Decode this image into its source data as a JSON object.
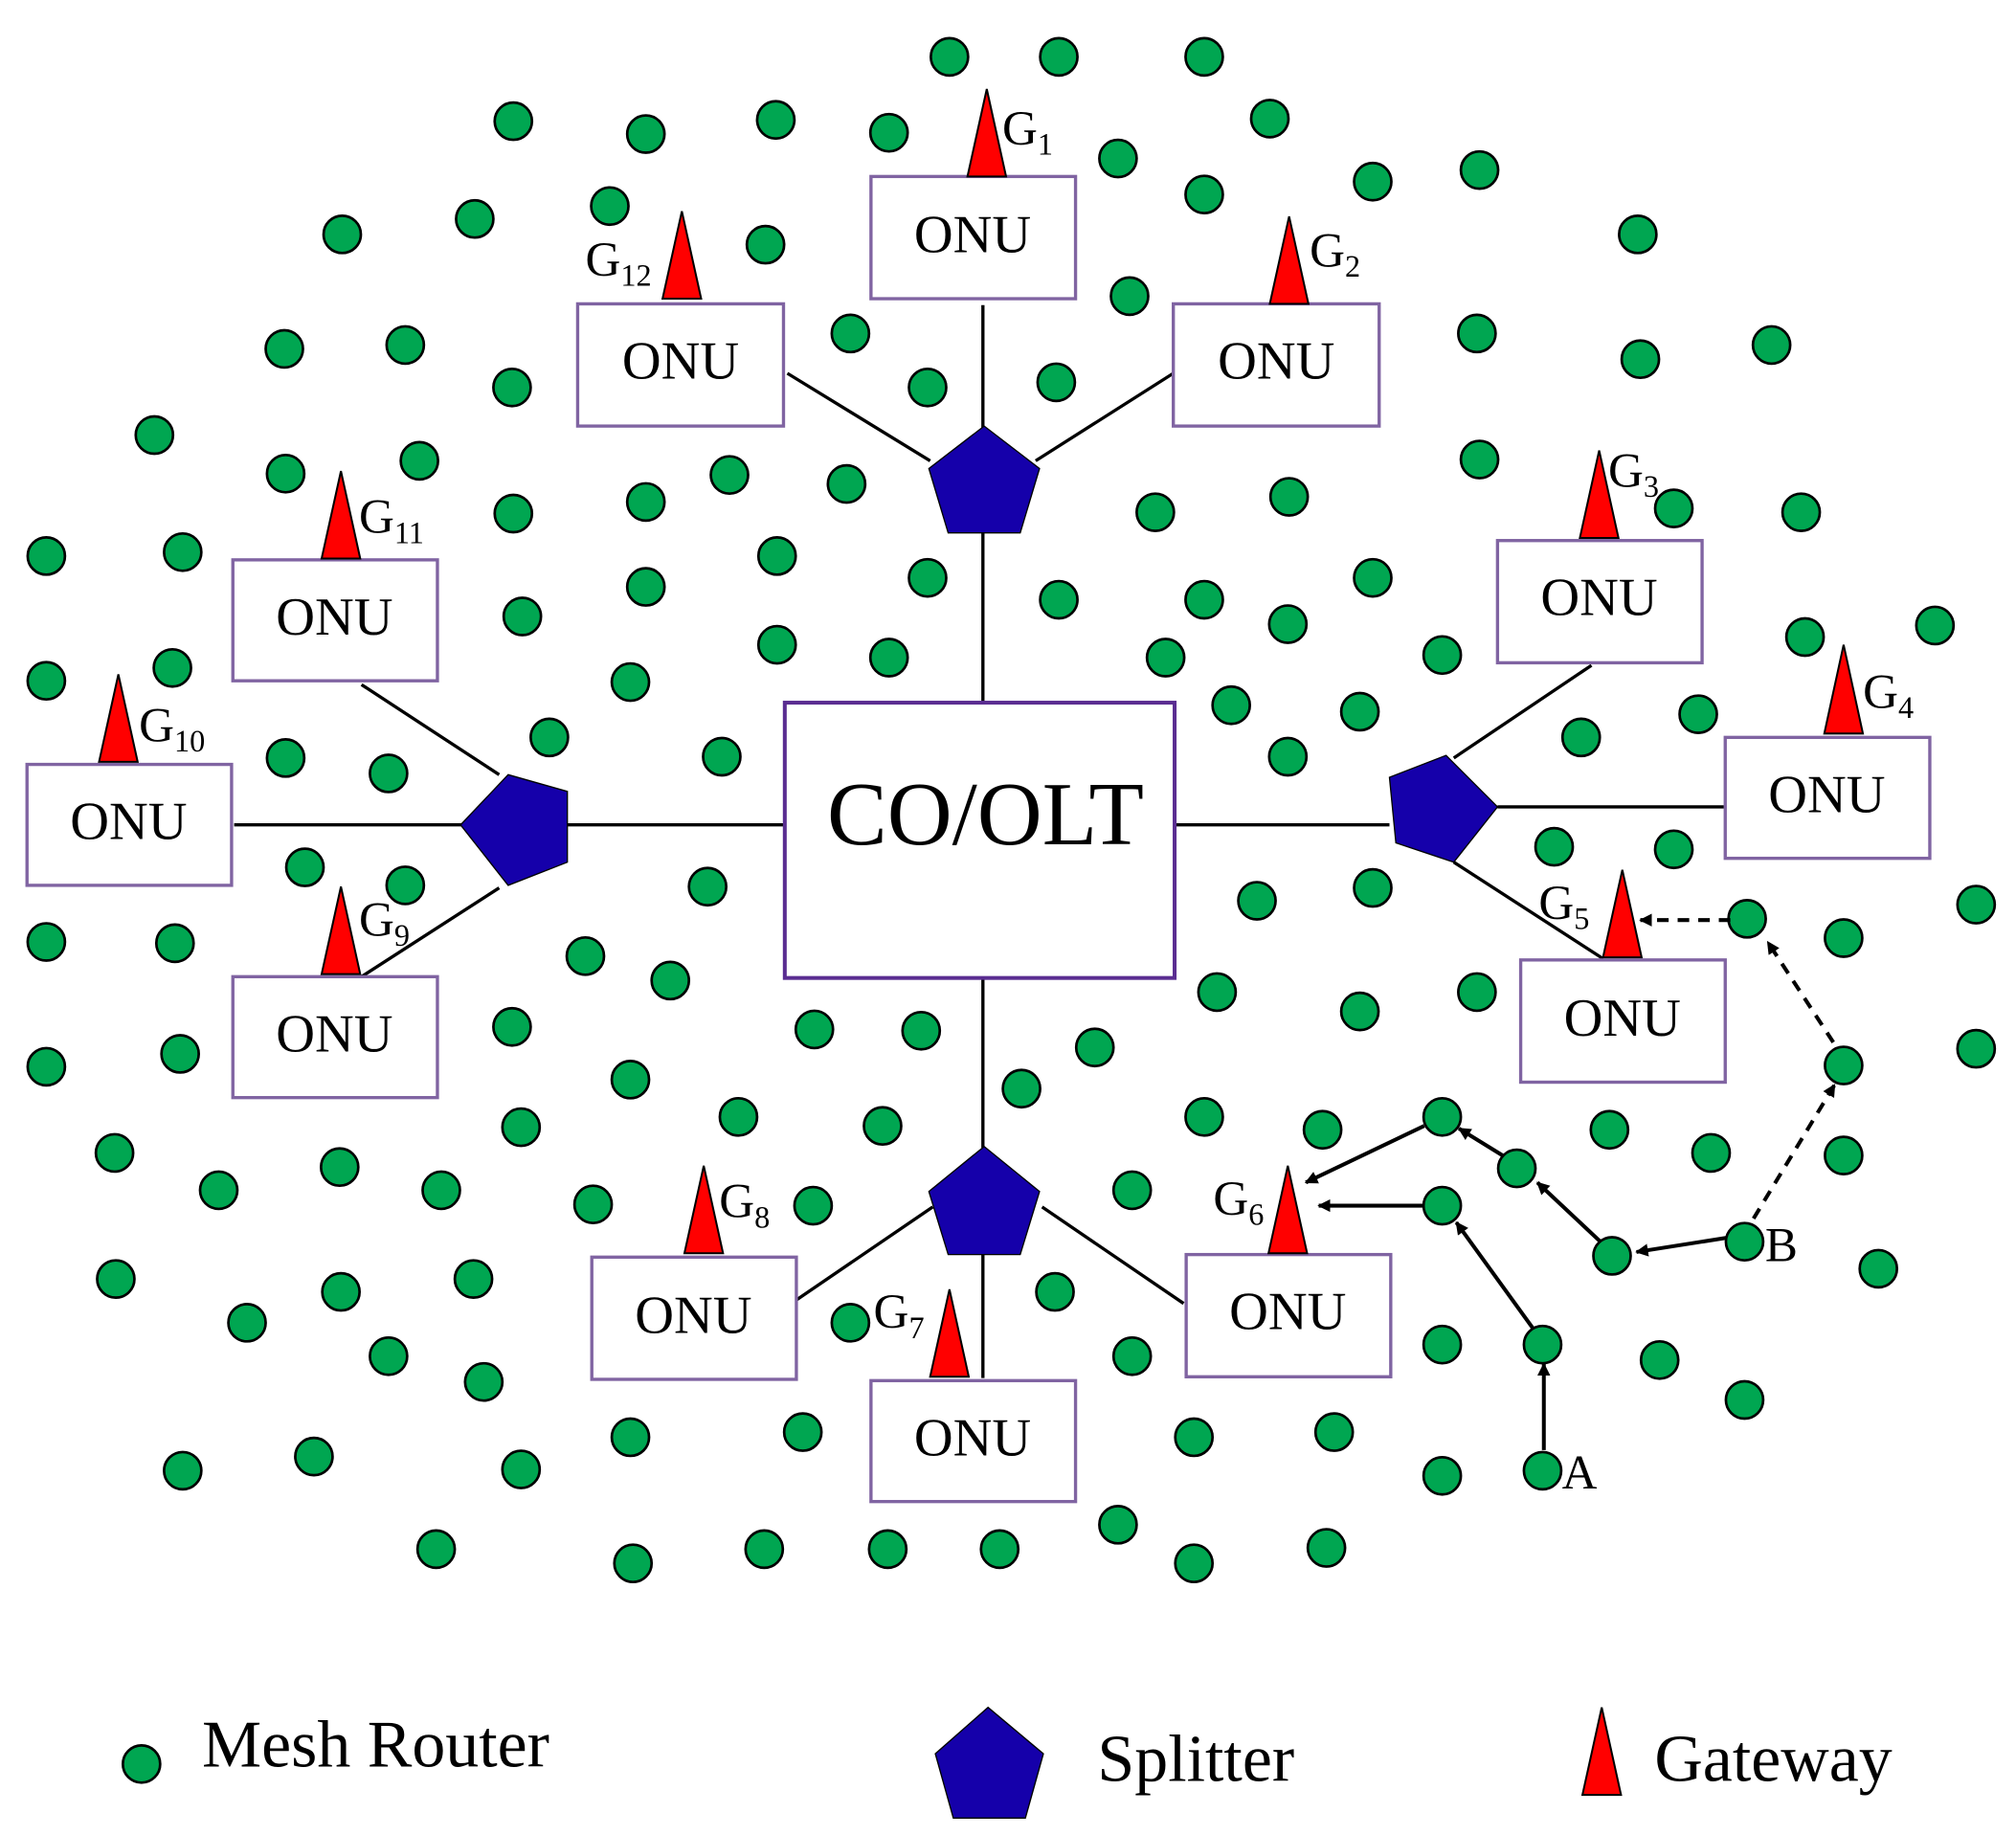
{
  "olt_label": "CO/OLT",
  "onu_label": "ONU",
  "gateways": [
    {
      "main": "G",
      "sub": "1"
    },
    {
      "main": "G",
      "sub": "2"
    },
    {
      "main": "G",
      "sub": "3"
    },
    {
      "main": "G",
      "sub": "4"
    },
    {
      "main": "G",
      "sub": "5"
    },
    {
      "main": "G",
      "sub": "6"
    },
    {
      "main": "G",
      "sub": "7"
    },
    {
      "main": "G",
      "sub": "8"
    },
    {
      "main": "G",
      "sub": "9"
    },
    {
      "main": "G",
      "sub": "10"
    },
    {
      "main": "G",
      "sub": "11"
    },
    {
      "main": "G",
      "sub": "12"
    }
  ],
  "path_a_label": "A",
  "path_b_label": "B",
  "legend": {
    "mesh_router": "Mesh Router",
    "splitter": "Splitter",
    "gateway": "Gateway"
  },
  "colors": {
    "mesh_router": "#00a651",
    "splitter": "#1500aa",
    "gateway": "#ff0000",
    "box_border": "#8064a2",
    "olt_border": "#5a2d91"
  }
}
